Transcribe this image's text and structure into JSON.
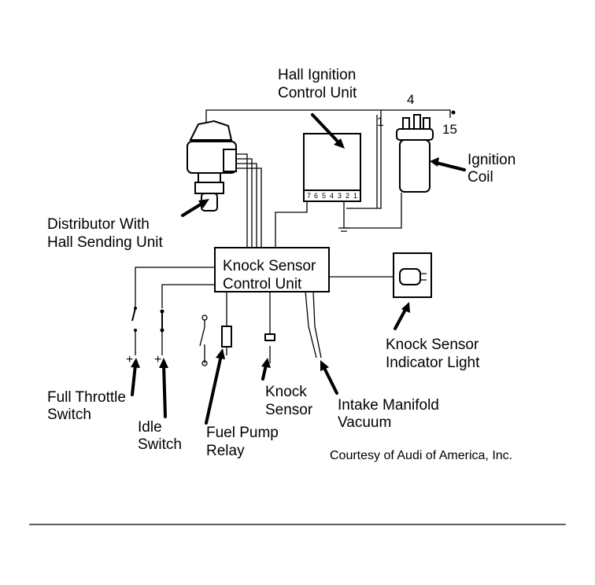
{
  "labels": {
    "hall_ignition": [
      "Hall Ignition",
      "Control Unit"
    ],
    "terminal_4": "4",
    "terminal_1": "1",
    "terminal_15": "15",
    "ignition_coil": [
      "Ignition",
      "Coil"
    ],
    "distributor": [
      "Distributor With",
      "Hall Sending Unit"
    ],
    "knock_control": [
      "Knock Sensor",
      "Control Unit"
    ],
    "indicator_light": [
      "Knock Sensor",
      "Indicator Light"
    ],
    "full_throttle": [
      "Full Throttle",
      "Switch"
    ],
    "idle_switch": [
      "Idle",
      "Switch"
    ],
    "fuel_pump": [
      "Fuel Pump",
      "Relay"
    ],
    "knock_sensor": [
      "Knock",
      "Sensor"
    ],
    "intake": [
      "Intake Manifold",
      "Vacuum"
    ],
    "plus_sign": "+"
  },
  "courtesy": "Courtesy of Audi of America, Inc.",
  "connector_pins": [
    "7",
    "6",
    "5",
    "4",
    "3",
    "2",
    "1"
  ]
}
